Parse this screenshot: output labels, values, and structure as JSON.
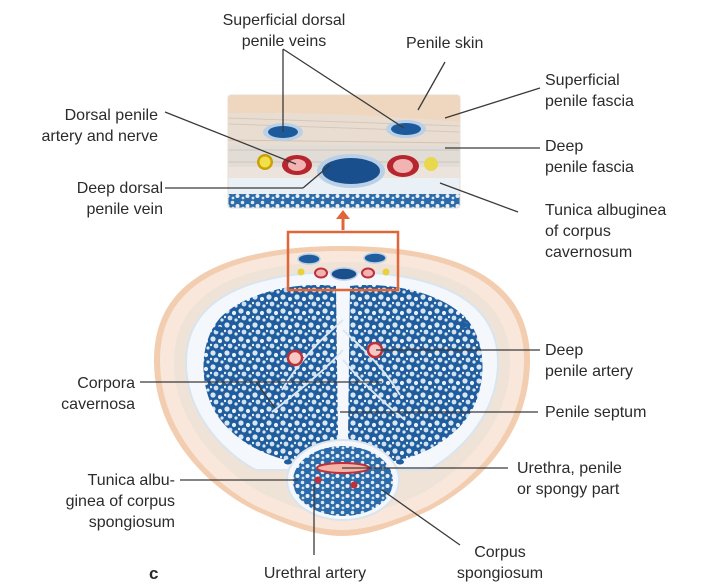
{
  "figure_letter": "c",
  "colors": {
    "vessel_blue": "#1e5fa0",
    "artery_red": "#c8323c",
    "nerve_yellow": "#e6d23c",
    "highlight_box": "#e0663a",
    "skin": "#f2cdb0",
    "leader_line": "#3a3a3a"
  },
  "labels": {
    "superficial_dorsal_veins": [
      "Superficial dorsal",
      "penile veins"
    ],
    "penile_skin": [
      "Penile skin"
    ],
    "superficial_penile_fascia": [
      "Superficial",
      "penile fascia"
    ],
    "dorsal_artery_nerve": [
      "Dorsal penile",
      "artery and nerve"
    ],
    "deep_penile_fascia": [
      "Deep",
      "penile fascia"
    ],
    "deep_dorsal_vein": [
      "Deep dorsal",
      "penile vein"
    ],
    "tunica_albuginea_cc": [
      "Tunica albuginea",
      "of corpus",
      "cavernosum"
    ],
    "deep_penile_artery": [
      "Deep",
      "penile artery"
    ],
    "corpora_cavernosa": [
      "Corpora",
      "cavernosa"
    ],
    "penile_septum": [
      "Penile septum"
    ],
    "tunica_albuginea_cs": [
      "Tunica albu-",
      "ginea of corpus",
      "spongiosum"
    ],
    "urethra": [
      "Urethra, penile",
      "or spongy part"
    ],
    "corpus_spongiosum": [
      "Corpus",
      "spongiosum"
    ],
    "urethral_artery": [
      "Urethral artery"
    ]
  }
}
